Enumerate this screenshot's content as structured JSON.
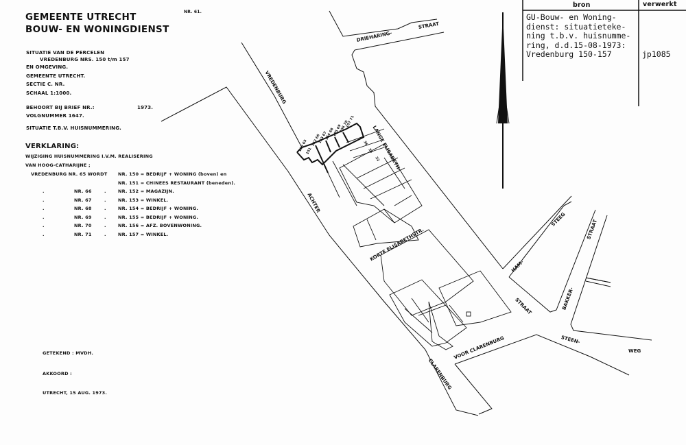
{
  "header": {
    "org_line1": "GEMEENTE UTRECHT",
    "org_line2": "BOUW- EN WONINGDIENST",
    "sheet_nr": "NR. 61."
  },
  "info": {
    "line1": "SITUATIE    VAN    DE    PERCELEN",
    "line2": "VREDENBURG NRS. 150 t/m 157",
    "line3": "EN OMGEVING.",
    "line4": "GEMEENTE  UTRECHT.",
    "line5": "SECTIE      C.          NR.",
    "line6": "SCHAAL  1:1000.",
    "line7": "BEHOORT BIJ BRIEF NR.:",
    "line7_year": "1973.",
    "line8": "VOLGNUMMER 1647.",
    "line9": "SITUATIE T.B.V. HUISNUMMERING."
  },
  "verklaring": {
    "title": "VERKLARING:",
    "intro1": "WIJZIGING HUISNUMMERING I.V.M. REALISERING",
    "intro2": "VAN HOOG-CATHARIJNE ;",
    "first_old": "VREDENBURG NR. 65 WORDT",
    "rows": [
      {
        "prefix": "",
        "old": "",
        "mid": "",
        "new": "NR. 150 = BEDRIJF + WONING (boven) en"
      },
      {
        "prefix": "",
        "old": "",
        "mid": "",
        "new": "NR. 151 = CHINEES RESTAURANT (beneden)."
      },
      {
        "prefix": ".",
        "old": "NR. 66",
        "mid": ".",
        "new": "NR. 152 = MAGAZIJN."
      },
      {
        "prefix": ".",
        "old": "NR. 67",
        "mid": ".",
        "new": "NR. 153 = WINKEL."
      },
      {
        "prefix": ".",
        "old": "NR. 68",
        "mid": ".",
        "new": "NR. 154 = BEDRIJF + WONING."
      },
      {
        "prefix": ".",
        "old": "NR. 69",
        "mid": ".",
        "new": "NR. 155 = BEDRIJF + WONING."
      },
      {
        "prefix": ".",
        "old": "NR. 70",
        "mid": ".",
        "new": "NR. 156 = AFZ. BOVENWONING."
      },
      {
        "prefix": ".",
        "old": "NR. 71",
        "mid": ".",
        "new": "NR. 157 = WINKEL."
      }
    ]
  },
  "footer": {
    "getekend": "GETEKEND : MVDH.",
    "akkoord": "AKKOORD :",
    "datum": "UTRECHT, 15 AUG. 1973."
  },
  "streets": {
    "drieharing": "DRIEHARING-",
    "drieharing_straat": "STRAAT",
    "vredenburg": "VREDENBURG",
    "lange": "LANGE  ELISABETH-",
    "achter": "ACHTER",
    "korte": "KORTE ELISABETHSTR.",
    "ham": "HAM-",
    "steeg": "STEEG",
    "straat1": "STRAAT",
    "straat2": "STRAAT",
    "bakker": "BAKKER-",
    "steen": "STEEN-",
    "weg": "WEG",
    "voor_clarenburg": "VOOR  CLARENBURG",
    "clarenburg": "CLARENBURG"
  },
  "parcels": [
    "150 65",
    "151",
    "152 66",
    "153 67",
    "154 68",
    "155 69",
    "156 70",
    "157 71",
    "36",
    "34",
    "32"
  ],
  "source_table": {
    "col1_header": "bron",
    "col2_header": "verwerkt",
    "bron_lines": [
      "GU-Bouw- en Woning-",
      "dienst: situatieteke-",
      "ning t.b.v. huisnumme-",
      "ring, d.d.15-08-1973:",
      "Vredenburg 150-157"
    ],
    "verwerkt": "jp1085"
  },
  "icons": {
    "north_arrow": "north-arrow-icon"
  }
}
